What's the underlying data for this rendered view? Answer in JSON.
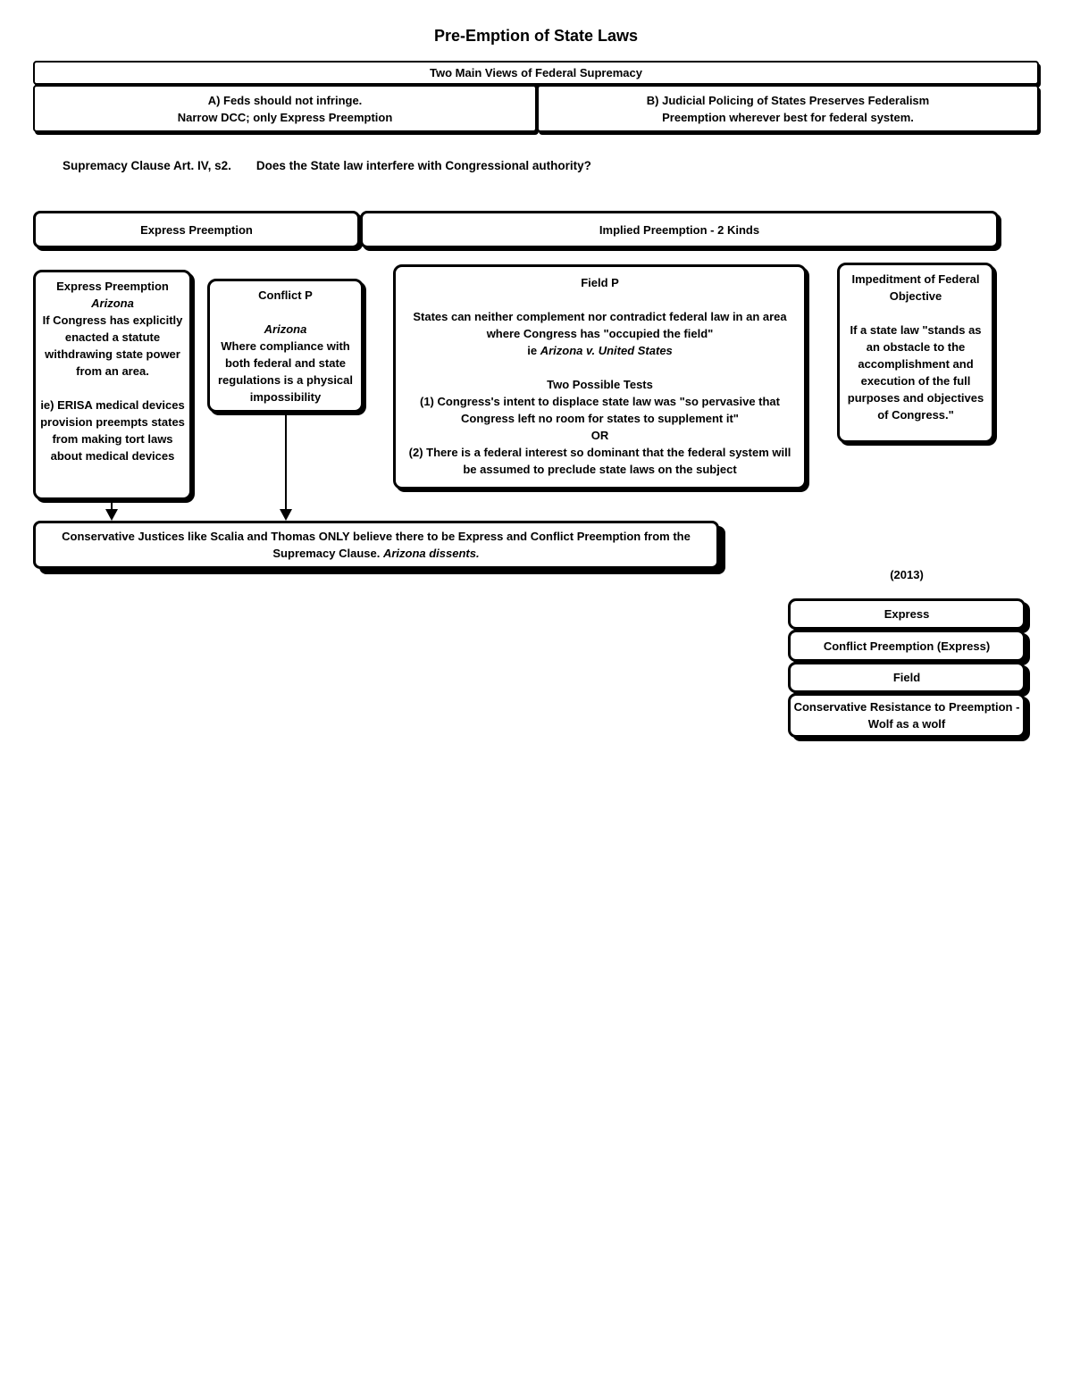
{
  "page": {
    "title": "Pre-Emption of State Laws"
  },
  "top": {
    "header": "Two Main Views of Federal Supremacy",
    "view_a_line1": "A) Feds should not infringe.",
    "view_a_line2": "Narrow DCC; only Express Preemption",
    "view_b_line1": "B) Judicial Policing of States Preserves Federalism",
    "view_b_line2": "Preemption wherever best for federal system."
  },
  "question": {
    "lead": "Supremacy Clause Art. IV, s2.",
    "text": "Does the State law interfere with Congressional authority?"
  },
  "column_headers": {
    "express": "Express Preemption",
    "implied": "Implied Preemption - 2 Kinds"
  },
  "express_box": {
    "title": "Express Preemption",
    "case": "Arizona",
    "body": "If Congress has explicitly enacted a statute withdrawing state power from an area.",
    "example": "ie) ERISA medical devices provision preempts states from making tort laws about medical devices"
  },
  "conflict_box": {
    "title": "Conflict P",
    "case": "Arizona",
    "body": "Where compliance with both federal and state regulations is a physical impossibility"
  },
  "field_box": {
    "title": "Field P",
    "body": "States can neither complement nor contradict federal law in an area where Congress has \"occupied the field\"",
    "cite_prefix": "ie ",
    "cite": "Arizona  v. United States",
    "tests_title": "Two Possible Tests",
    "test1": "(1) Congress's intent to displace state law was \"so pervasive that Congress left no room for states to supplement it\"",
    "or": "OR",
    "test2": "(2) There is a federal interest so dominant that the federal system will be assumed to preclude state laws on the subject"
  },
  "impediment_box": {
    "title": "Impeditment of Federal Objective",
    "body": "If a state law \"stands as an obstacle to the accomplishment and execution of the full purposes and objectives of Congress.\""
  },
  "conservative_box": {
    "text": "Conservative Justices like Scalia and Thomas ONLY believe there to be Express and Conflict Preemption from the Supremacy Clause. ",
    "italic_text": "Arizona dissents."
  },
  "legend": {
    "year": "(2013)",
    "items": [
      "Express",
      "Conflict Preemption (Express)",
      "Field",
      "Conservative Resistance to Preemption - Wolf as a wolf"
    ]
  }
}
